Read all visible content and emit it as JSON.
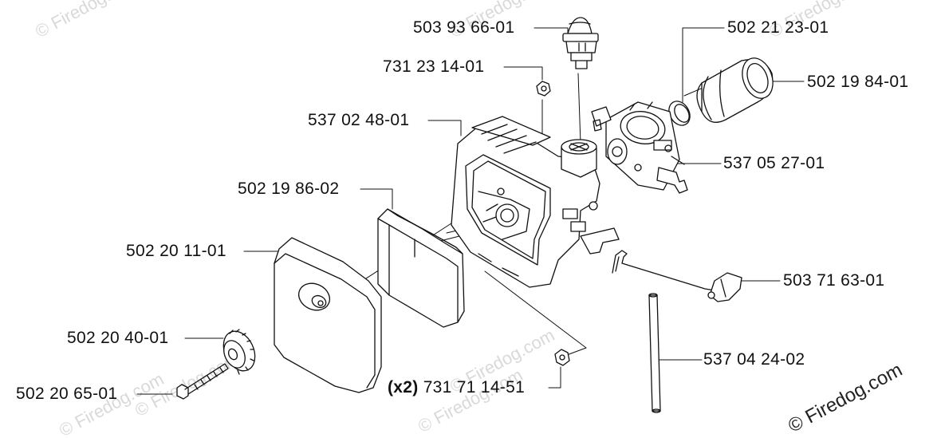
{
  "watermark": "© Firedog.com",
  "parts": {
    "primer_bulb": "503 93 66-01",
    "gasket": "502 21 23-01",
    "nut_top": "731 23 14-01",
    "intake_boot": "502 19 84-01",
    "housing": "537 02 48-01",
    "carburetor": "537 05 27-01",
    "prefilter": "502 19 86-02",
    "filter_cover": "502 20 11-01",
    "throttle_rod": "503 71 63-01",
    "knob": "502 20 40-01",
    "fuel_hose": "537 04 24-02",
    "bolt": "502 20 65-01",
    "nut_bottom_qty": "(x2)",
    "nut_bottom": "731 71 14-51"
  }
}
